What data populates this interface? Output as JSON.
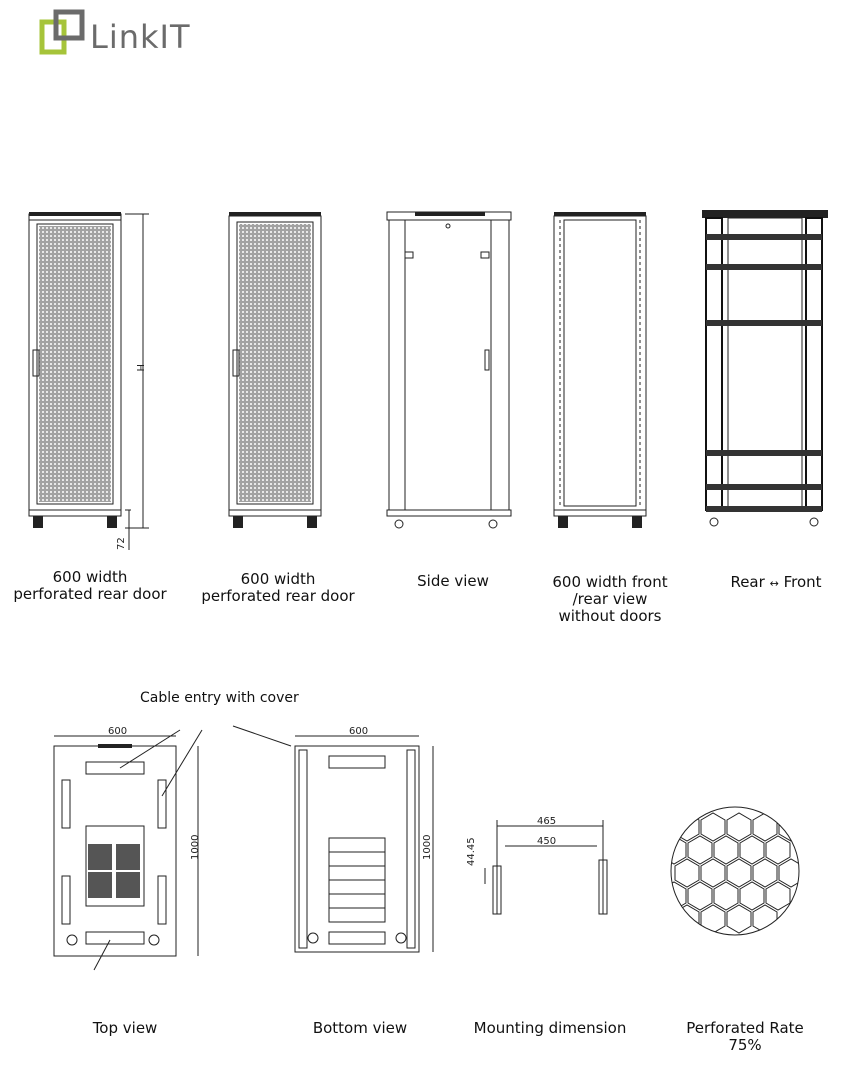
{
  "brand": {
    "name": "LinkIT"
  },
  "top_views": [
    {
      "id": "front",
      "caption_line1": "600 width",
      "caption_line2": "perforated rear door"
    },
    {
      "id": "rear",
      "caption_line1": "600 width",
      "caption_line2": "perforated rear door"
    },
    {
      "id": "side",
      "caption_line1": "Side view"
    },
    {
      "id": "open",
      "caption_line1": "600 width front",
      "caption_line2": "/rear view",
      "caption_line3": "without doors"
    },
    {
      "id": "frame",
      "caption_left": "Rear",
      "caption_right": "Front"
    }
  ],
  "front_dims": {
    "height_label": "H",
    "foot_label": "72"
  },
  "cable_entry_label": "Cable entry with cover",
  "bottom_views": [
    {
      "id": "top",
      "caption": "Top view",
      "width_label": "600",
      "depth_label": "1000"
    },
    {
      "id": "bottom",
      "caption": "Bottom view",
      "width_label": "600",
      "depth_label": "1000"
    },
    {
      "id": "mount",
      "caption": "Mounting dimension",
      "outer_label": "465",
      "inner_label": "450",
      "unit_label": "44.45"
    },
    {
      "id": "perf",
      "caption_line1": "Perforated Rate",
      "caption_line2": "75%"
    }
  ],
  "colors": {
    "logo_green": "#a6c43a",
    "logo_gray": "#6b6b6b",
    "line": "#222222"
  }
}
